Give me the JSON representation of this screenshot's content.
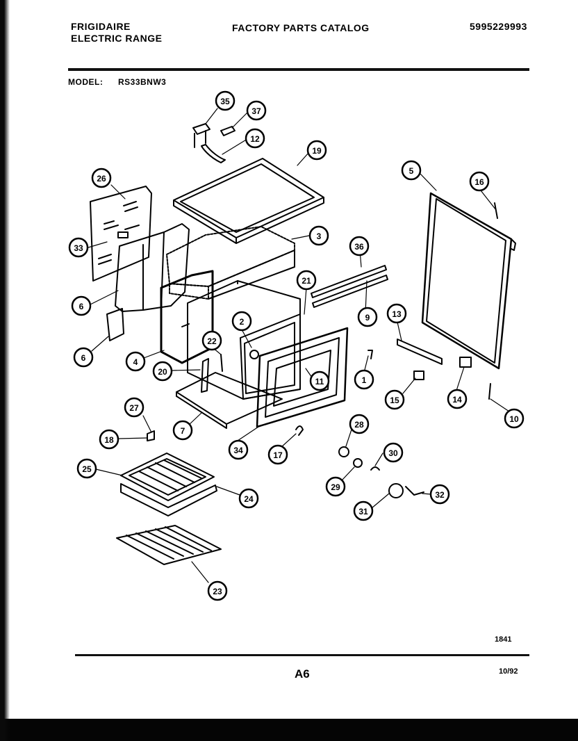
{
  "header": {
    "brand_line1": "FRIGIDAIRE",
    "brand_line2": "ELECTRIC RANGE",
    "title": "FACTORY PARTS CATALOG",
    "part_number": "5995229993",
    "model_label": "MODEL:",
    "model_value": "RS33BNW3"
  },
  "footer": {
    "code": "1841",
    "page": "A6",
    "date": "10/92"
  },
  "callouts": {
    "c35": "35",
    "c37": "37",
    "c12": "12",
    "c19": "19",
    "c26": "26",
    "c33": "33",
    "c3": "3",
    "c5": "5",
    "c16": "16",
    "c36": "36",
    "c6a": "6",
    "c6b": "6",
    "c21": "21",
    "c9": "9",
    "c13": "13",
    "c2": "2",
    "c4": "4",
    "c22": "22",
    "c20": "20",
    "c1": "1",
    "c11": "11",
    "c15": "15",
    "c14": "14",
    "c10": "10",
    "c27": "27",
    "c7": "7",
    "c18": "18",
    "c28": "28",
    "c34": "34",
    "c17": "17",
    "c30": "30",
    "c25": "25",
    "c29": "29",
    "c24": "24",
    "c32": "32",
    "c31": "31",
    "c23": "23"
  }
}
